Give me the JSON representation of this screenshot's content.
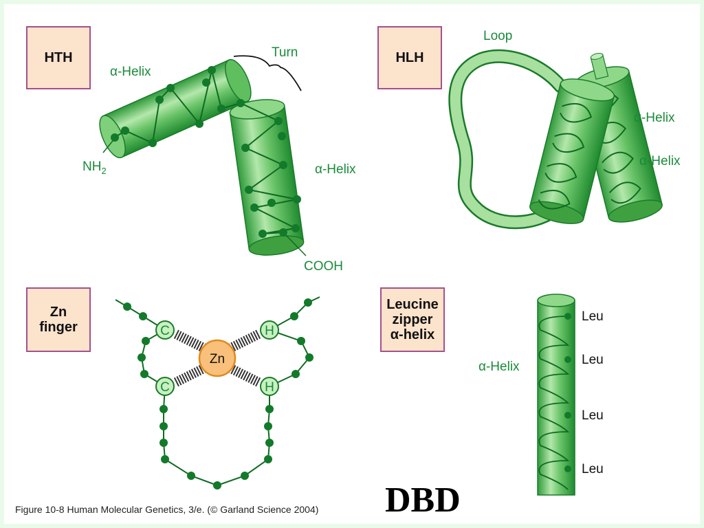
{
  "panels": {
    "hth": {
      "box_label": "HTH",
      "helix_label_1": "α-Helix",
      "helix_label_2": "α-Helix",
      "turn_label": "Turn",
      "n_terminus": "NH",
      "n_terminus_sub": "2",
      "c_terminus": "COOH"
    },
    "hlh": {
      "box_label": "HLH",
      "loop_label": "Loop",
      "helix_label_1": "α-Helix",
      "helix_label_2": "α-Helix"
    },
    "zn": {
      "box_line1": "Zn",
      "box_line2": "finger",
      "center_label": "Zn",
      "residue_c1": "C",
      "residue_c2": "C",
      "residue_h1": "H",
      "residue_h2": "H"
    },
    "leu": {
      "box_line1": "Leucine",
      "box_line2": "zipper",
      "box_line3": "α-helix",
      "helix_label": "α-Helix",
      "residues": [
        "Leu",
        "Leu",
        "Leu",
        "Leu"
      ]
    }
  },
  "caption": "Figure 10-8  Human Molecular Genetics, 3/e.  (© Garland Science 2004)",
  "overlay_title": "DBD",
  "colors": {
    "helix_light": "#a8e0a0",
    "helix_mid": "#5fbf5f",
    "helix_dark": "#1f8a2f",
    "residue_dot": "#127a2a",
    "label_green": "#1a8a3a",
    "box_fill": "#fbe3cc",
    "box_border": "#a4508c",
    "zn_fill": "#f8c07a",
    "zn_border": "#e08a1e",
    "page_border": "#eafaea"
  }
}
